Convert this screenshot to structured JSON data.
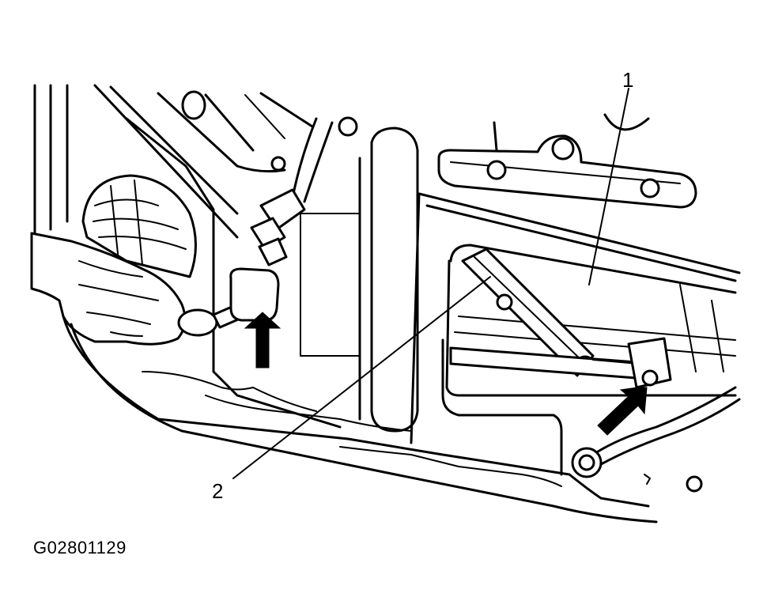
{
  "callouts": [
    {
      "id": "1",
      "label": "1"
    },
    {
      "id": "2",
      "label": "2"
    }
  ],
  "figure_id": "G02801129",
  "colors": {
    "ink": "#000000",
    "paper": "#ffffff"
  }
}
